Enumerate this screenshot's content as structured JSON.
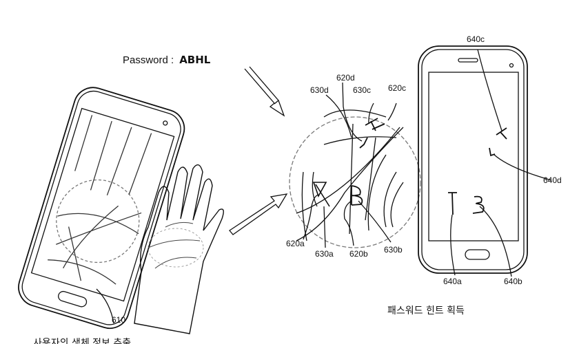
{
  "password": {
    "label": "Password :",
    "value": "ABHL"
  },
  "labels": {
    "l610": "610",
    "l620a": "620a",
    "l620b": "620b",
    "l620c": "620c",
    "l620d": "620d",
    "l630a": "630a",
    "l630b": "630b",
    "l630c": "630c",
    "l630d": "630d",
    "l640a": "640a",
    "l640b": "640b",
    "l640c": "640c",
    "l640d": "640d"
  },
  "captions": {
    "left": "사용자의 생체 정보 추출",
    "right": "패스워드 힌트 획득"
  }
}
